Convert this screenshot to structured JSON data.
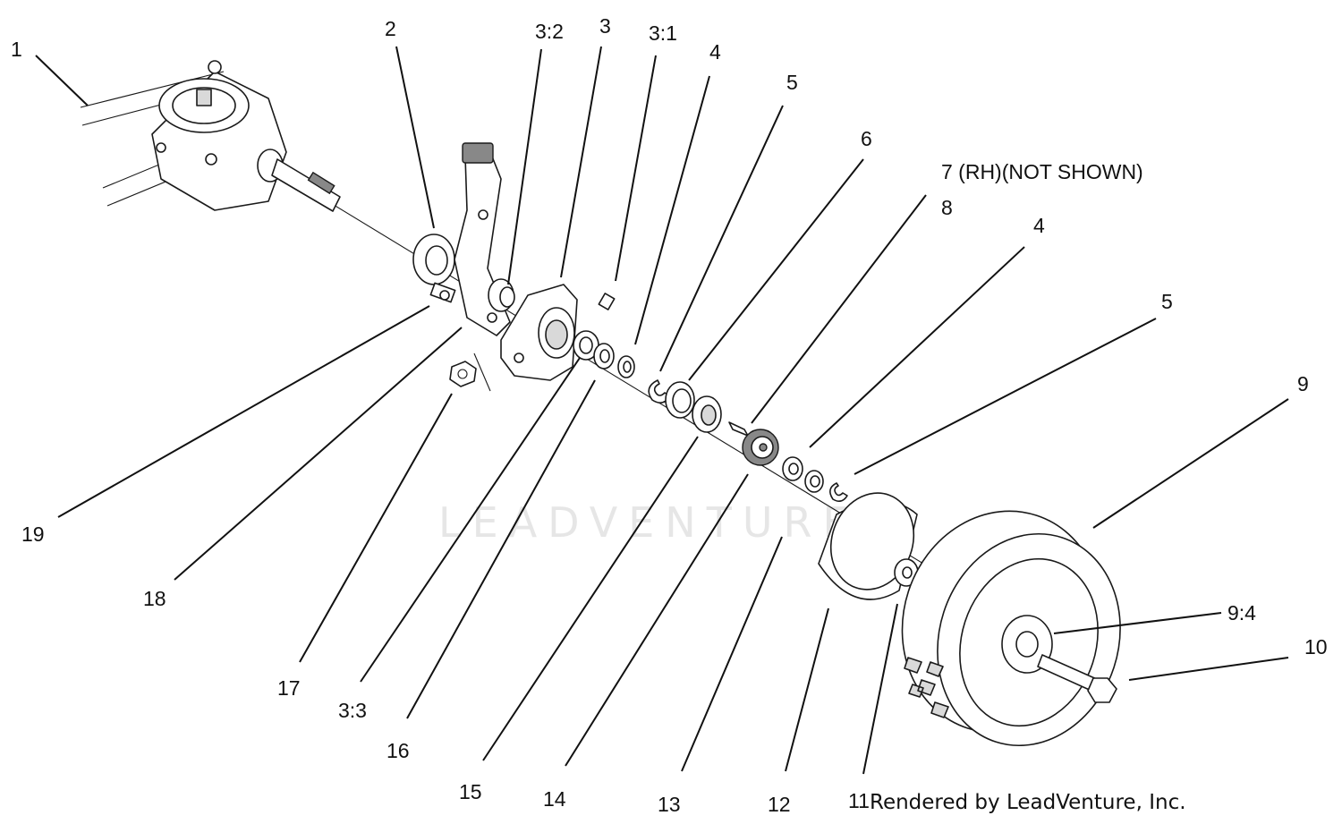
{
  "watermark": "LEADVENTURE",
  "credit": "Rendered by LeadVenture, Inc.",
  "callouts": {
    "c1": "1",
    "c2": "2",
    "c3_2": "3:2",
    "c3": "3",
    "c3_1": "3:1",
    "c4a": "4",
    "c5a": "5",
    "c6": "6",
    "c7": "7 (RH)(NOT SHOWN)",
    "c8": "8",
    "c4b": "4",
    "c5b": "5",
    "c9": "9",
    "c9_4": "9:4",
    "c10": "10",
    "c11": "11",
    "c12": "12",
    "c13": "13",
    "c14": "14",
    "c15": "15",
    "c16": "16",
    "c3_3": "3:3",
    "c17": "17",
    "c18": "18",
    "c19": "19"
  }
}
